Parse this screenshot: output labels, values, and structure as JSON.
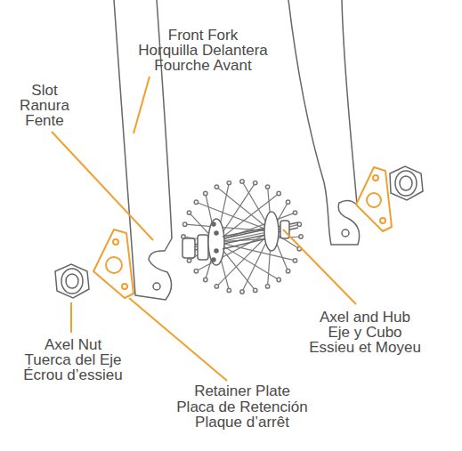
{
  "diagram": {
    "labels": [
      "Front Fork",
      "Horquilla Delantera",
      "Fourche Avant",
      "Slot",
      "Ranura",
      "Fente",
      "Axel and Hub",
      "Eje y Cubo",
      "Essieu et Moyeu",
      "Axel Nut",
      "Tuerca del Eje",
      "Écrou d’essieu",
      "Retainer Plate",
      "Placa de Retención",
      "Plaque d’arrêt"
    ]
  }
}
